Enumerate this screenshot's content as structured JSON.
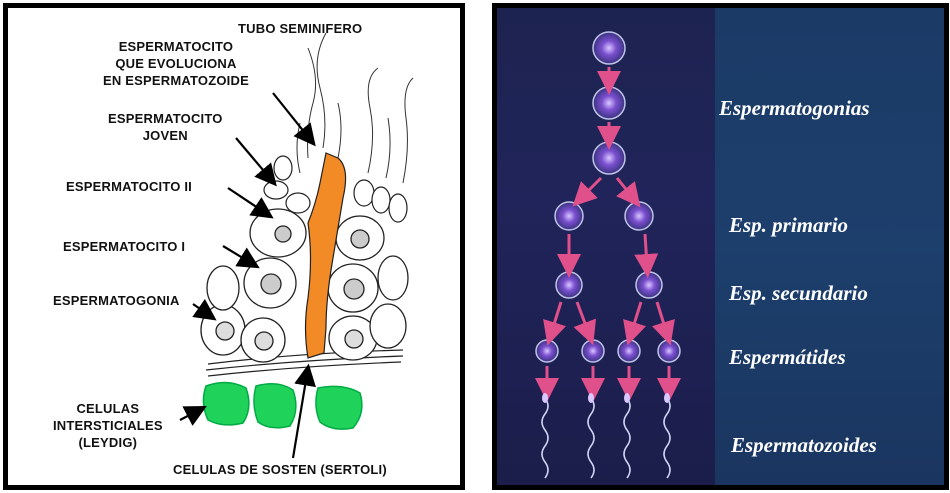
{
  "left": {
    "labels": {
      "tubo": "TUBO SEMINIFERO",
      "evoluciona": "ESPERMATOCITO\nQUE EVOLUCIONA\nEN ESPERMATOZOIDE",
      "joven": "ESPERMATOCITO\nJOVEN",
      "ii": "ESPERMATOCITO II",
      "i": "ESPERMATOCITO I",
      "espermatogonia": "ESPERMATOGONIA",
      "leydig": "CELULAS\nINTERSTICIALES\n(LEYDIG)",
      "sertoli": "CELULAS DE SOSTEN (SERTOLI)"
    }
  },
  "right": {
    "stages": [
      "Espermatogonias",
      "Esp. primario",
      "Esp. secundario",
      "Espermátides",
      "Espermatozoides"
    ]
  },
  "colors": {
    "sertoli": "#f28a25",
    "leydig": "#1fd35a",
    "right_bg": "#1f2457",
    "label_panel": "#1c3c69"
  }
}
